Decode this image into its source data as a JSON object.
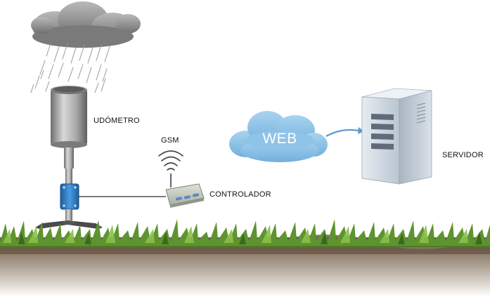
{
  "labels": {
    "rain_gauge": "UDÓMETRO",
    "gsm": "GSM",
    "controller": "CONTROLADOR",
    "server": "SERVIDOR",
    "web": "WEB"
  },
  "colors": {
    "cloud_grey": "#8a8a8a",
    "web_cloud": "#8ec3e6",
    "web_cloud_edge": "#6aa8d6",
    "arrow": "#5b9bd0",
    "gauge_metal": "#9a9a9a",
    "connector_blue": "#2f7fc4",
    "controller_box": "#c7cdc2",
    "controller_leds": "#5d86c9",
    "server_body": "#cfd8e2",
    "grass_green": "#4f8a2a",
    "soil": "#7c6a58"
  }
}
